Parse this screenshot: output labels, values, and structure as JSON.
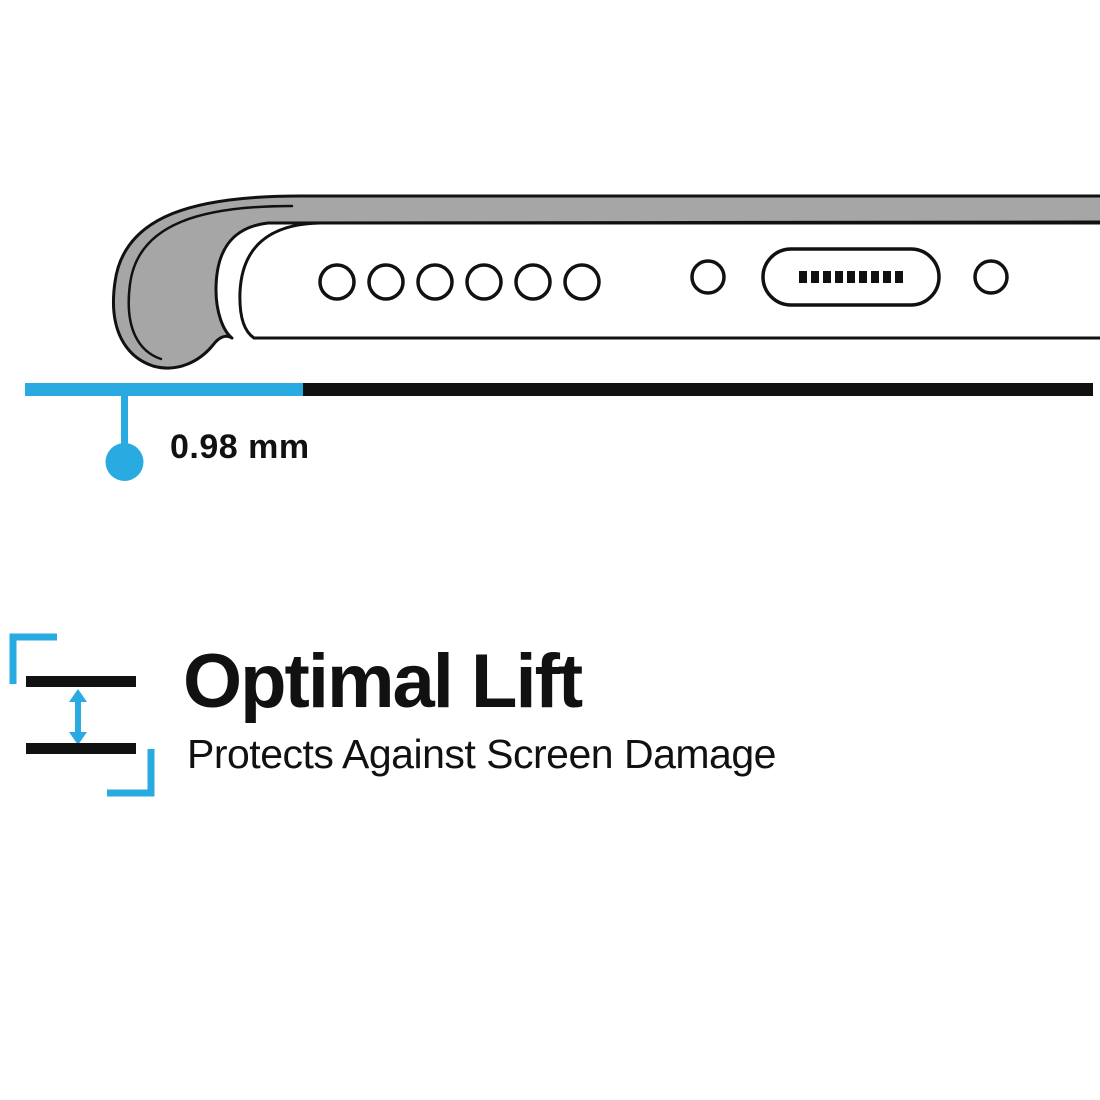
{
  "colors": {
    "accent_cyan": "#29ABE2",
    "ink": "#111111",
    "case_gray": "#A6A6A6",
    "background": "#FFFFFF"
  },
  "illustration": {
    "description": "side-view-of-phone-bottom-edge-in-protective-case",
    "speaker_holes": 6
  },
  "measurement": {
    "label": "0.98 mm"
  },
  "feature": {
    "title": "Optimal Lift",
    "subtitle": "Protects Against Screen Damage"
  }
}
